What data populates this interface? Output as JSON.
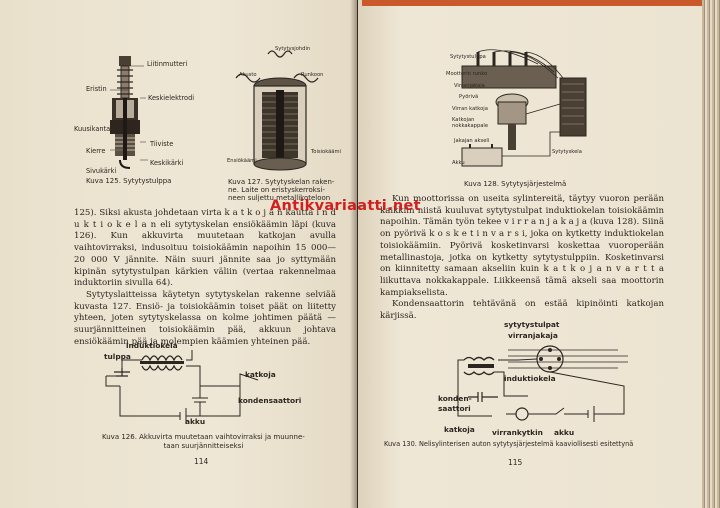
{
  "left_page": {
    "fig125": {
      "labels": [
        "Liitinmutteri",
        "Eristin",
        "Keskielektrodi",
        "Kuusikanta",
        "Tiiviste",
        "Kierre",
        "Keskikärki",
        "Sivukärki"
      ],
      "caption": "Kuva 125. Sytytystulppa"
    },
    "fig127": {
      "labels": [
        "Sytytysjohdin",
        "Akusto",
        "Runkoon",
        "Toisiokäämi",
        "Ensiökäämi"
      ],
      "caption_lines": [
        "Kuva 127. Sytytyskelan raken-",
        "ne. Laite on eristyskerroksi-",
        "neen suljettu metallikoteloon"
      ]
    },
    "paragraphs": [
      "125). Siksi akusta johdetaan virta k a t k o j a n kautta i n d u k t i o k e l a n eli sytytyskelan ensiökäämin läpi (kuva 126). Kun akkuvirta muutetaan katkojan avulla vaihtovirraksi, indusoituu toisiokäämin napoihin 15 000—20 000 V jännite. Näin suuri jännite saa jo syttymään kipinän sytytystulpan kärkien väliin (vertaa rakennelmaa induktoriin sivulla 64).",
      "Sytytyslaitteissa käytetyn sytytyskelan rakenne selviää kuvasta 127. Ensiö- ja toisiokäämin toiset päät on liitetty yhteen, joten sytytyskelassa on kolme johtimen päätä — suurjännitteinen toisiokäämin pää, akkuun johtava ensiökäämin pää ja molempien käämien yhteinen pää."
    ],
    "fig126": {
      "labels": [
        "induktiokela",
        "tulppa",
        "katkoja",
        "kondensaattori",
        "akku"
      ],
      "caption_lines": [
        "Kuva 126. Akkuvirta muutetaan vaihtovirraksi ja muunne-",
        "taan suurjännitteiseksi"
      ]
    },
    "page_number": "114"
  },
  "right_page": {
    "fig128": {
      "labels": [
        "Sytytystulppa",
        "Moottorin runko",
        "Virranjakaja",
        "Pyörivä",
        "Virran katkoja",
        "Katkojan nokkakappale",
        "Jakajan akseli",
        "Akku",
        "Sytytyskela"
      ],
      "caption": "Kuva 128. Sytytysjärjestelmä"
    },
    "paragraphs": [
      "Kun moottorissa on useita sylintereitä, täytyy vuoron perään kaikkiin niistä kuuluvat sytytystulpat induktiokelan toisiokäämin napoihin. Tämän työn tekee v i r r a n j a k a j a (kuva 128). Siinä on pyörivä k o s k e t i n v a r s i, joka on kytketty induktiokelan toisiokäämiin. Pyörivä kosketinvarsi koskettaa vuoroperään metallinastoja, jotka on kytketty sytytystulppiin. Kosketinvarsi on kiinnitetty samaan akseliin kuin k a t k o j a n  v a r t t a liikuttava nokkakappale. Liikkeensä tämä akseli saa moottorin kampiakselista.",
      "Kondensaattorin tehtävänä on estää kipinöinti katkojan kärjissä."
    ],
    "fig130": {
      "labels": [
        "sytytystulpat",
        "virranjakaja",
        "induktiokela",
        "konden-",
        "saattori",
        "katkoja",
        "virrankytkin",
        "akku"
      ],
      "caption": "Kuva 130. Nelisylinterisen auton sytytysjärjestelmä kaaviollisesti esitettynä"
    },
    "page_number": "115"
  },
  "watermark": "Antikvariaatti.net"
}
